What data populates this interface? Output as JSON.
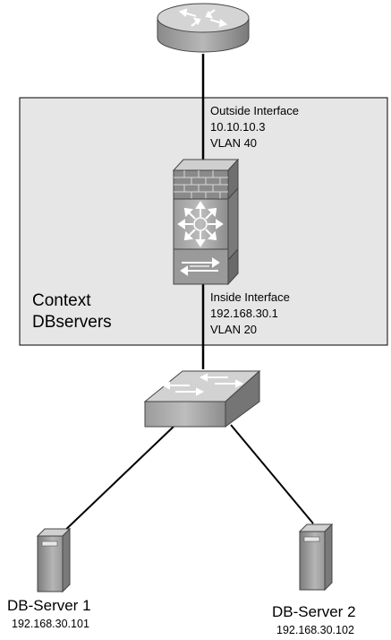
{
  "context_box": {
    "title_line1": "Context",
    "title_line2": "DBservers"
  },
  "outside_interface": {
    "name": "Outside Interface",
    "ip": "10.10.10.3",
    "vlan": "VLAN 40"
  },
  "inside_interface": {
    "name": "Inside Interface",
    "ip": "192.168.30.1",
    "vlan": "VLAN 20"
  },
  "servers": [
    {
      "name": "DB-Server 1",
      "ip": "192.168.30.101"
    },
    {
      "name": "DB-Server 2",
      "ip": "192.168.30.102"
    }
  ],
  "icons": {
    "router": "router-icon",
    "firewall": "firewall-services-module-icon",
    "switch": "switch-icon",
    "server": "server-icon"
  },
  "colors": {
    "context_fill": "#e6e6e6",
    "device_body": "#a9a9a9",
    "device_dark": "#6e6e6e",
    "device_light": "#d2d2d2"
  }
}
